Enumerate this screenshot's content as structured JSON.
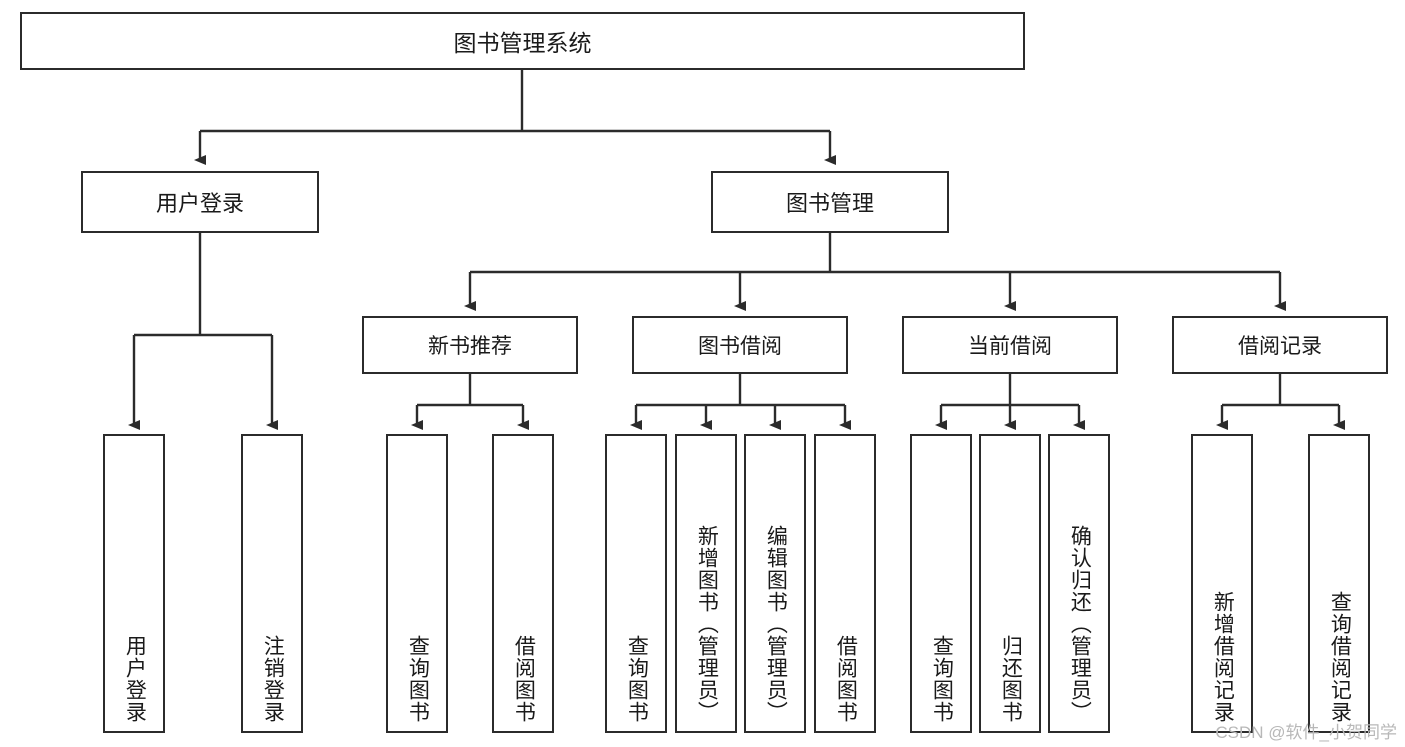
{
  "diagram": {
    "title": "图书管理系统",
    "type": "tree-hierarchy-diagram",
    "colors": {
      "box_border": "#2b2b2b",
      "box_fill": "#ffffff",
      "edge": "#2b2b2b",
      "text": "#1a1a1a",
      "watermark": "#b8b8b8",
      "background": "#ffffff"
    },
    "root": {
      "label": "图书管理系统"
    },
    "level2": [
      {
        "label": "用户登录"
      },
      {
        "label": "图书管理"
      }
    ],
    "level3": [
      {
        "label": "新书推荐"
      },
      {
        "label": "图书借阅"
      },
      {
        "label": "当前借阅"
      },
      {
        "label": "借阅记录"
      }
    ],
    "leaves": {
      "user_login": [
        {
          "label": "用户登录"
        },
        {
          "label": "注销登录"
        }
      ],
      "new_book_recommend": [
        {
          "label": "查询图书"
        },
        {
          "label": "借阅图书"
        }
      ],
      "book_borrow": [
        {
          "label": "查询图书"
        },
        {
          "label": "新增图书（管理员）"
        },
        {
          "label": "编辑图书（管理员）"
        },
        {
          "label": "借阅图书"
        }
      ],
      "current_borrow": [
        {
          "label": "查询图书"
        },
        {
          "label": "归还图书"
        },
        {
          "label": "确认归还（管理员）"
        }
      ],
      "borrow_record": [
        {
          "label": "新增借阅记录"
        },
        {
          "label": "查询借阅记录"
        }
      ]
    }
  },
  "watermark": {
    "text": "CSDN @软件_小贺同学"
  }
}
